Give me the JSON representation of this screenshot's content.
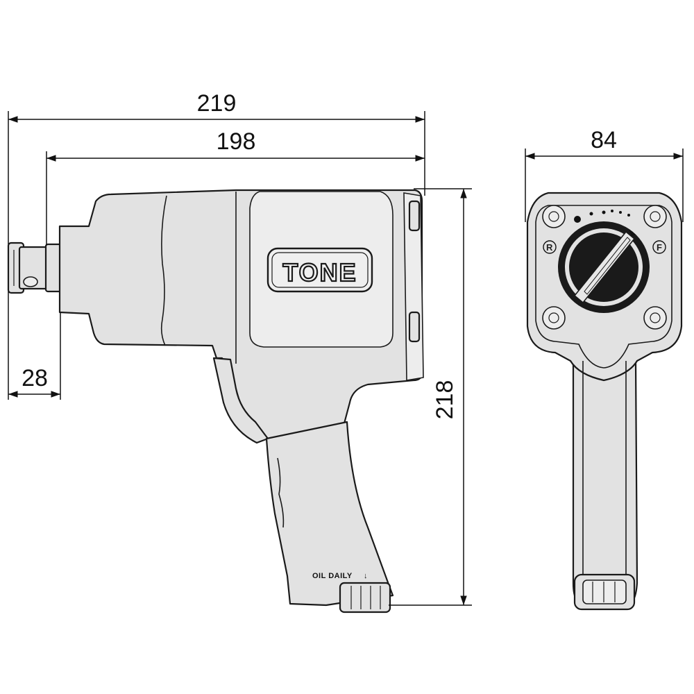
{
  "dimensions": {
    "overall_length": "219",
    "body_length": "198",
    "anvil_length": "28",
    "height": "218",
    "width": "84"
  },
  "labels": {
    "brand": "TONE",
    "oil_notice": "OIL DAILY",
    "reverse_mark": "R",
    "forward_mark": "F"
  }
}
